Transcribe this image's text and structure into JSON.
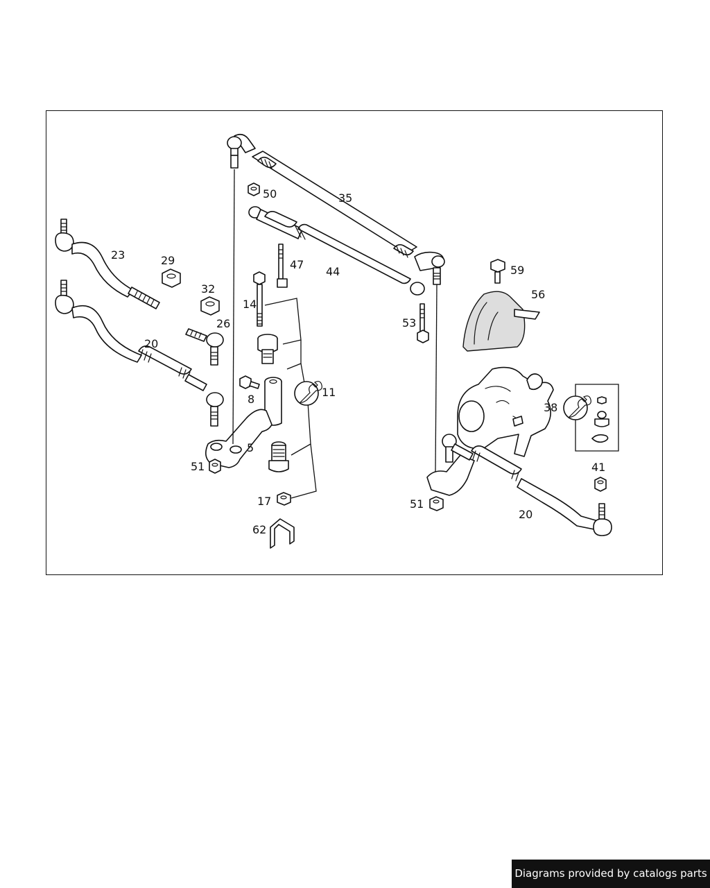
{
  "diagram": {
    "callouts": {
      "c50": "50",
      "c35": "35",
      "c23": "23",
      "c29": "29",
      "c47": "47",
      "c44": "44",
      "c59": "59",
      "c32": "32",
      "c14": "14",
      "c56": "56",
      "c26": "26",
      "c53": "53",
      "c20a": "20",
      "c11": "11",
      "c8": "8",
      "c38": "38",
      "c5": "5",
      "c51a": "51",
      "c41": "41",
      "c17": "17",
      "c51b": "51",
      "c20b": "20",
      "c62": "62"
    },
    "icons": [
      "wrench-icon"
    ]
  },
  "footer": {
    "text": "Diagrams provided by catalogs parts"
  },
  "colors": {
    "line": "#111111",
    "background": "#ffffff",
    "footer_bg": "#111111",
    "footer_text": "#ffffff"
  }
}
